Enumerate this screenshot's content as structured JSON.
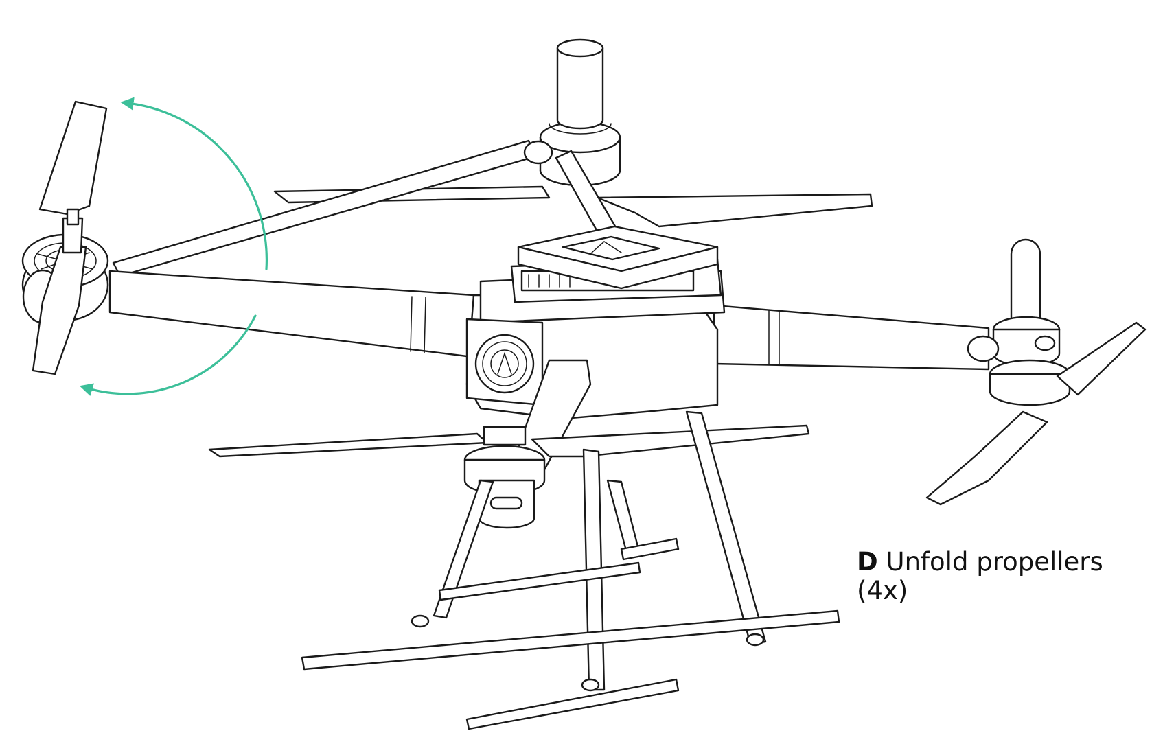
{
  "caption": {
    "step_letter": "D",
    "text": "Unfold propellers",
    "count": "(4x)"
  },
  "arrow_color": "#3cbf99",
  "line_color": "#1a1a1a"
}
